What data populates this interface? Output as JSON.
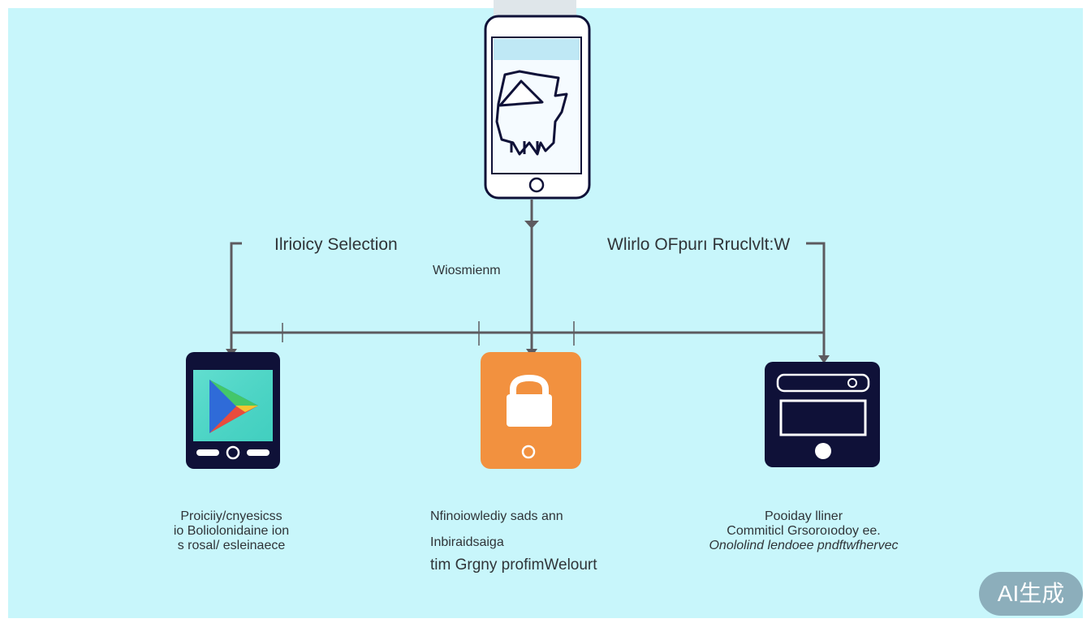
{
  "labels": {
    "left_title": "Ilrioicy Selection",
    "center_title": "Wiosmienm",
    "right_title": "Wlirlo OFpurı Rruclvlt:W"
  },
  "captions": {
    "left": [
      "Proiciiy/cnyesicss",
      "io Boliolonidaine ion",
      "s rosal/ esleinaece"
    ],
    "center": [
      "Nfinoiowlediy sads ann",
      "Inbiraidsaiga",
      "tim Grgny profimWelourt"
    ],
    "right": [
      "Pooiday lliner",
      "Commiticl Grsoroıodoy ee.",
      "Onololind lendoee pndftwfhervec"
    ]
  },
  "icons": {
    "top": "smartphone-android-robot-icon",
    "left": "smartphone-play-store-icon",
    "center": "lock-icon",
    "right": "tablet-device-icon"
  },
  "colors": {
    "background": "#c8f6fb",
    "navy": "#0f1138",
    "orange": "#f2913f",
    "connector": "#5d5a5f",
    "play_teal": "#4fd8c9"
  },
  "badge": "AI生成"
}
